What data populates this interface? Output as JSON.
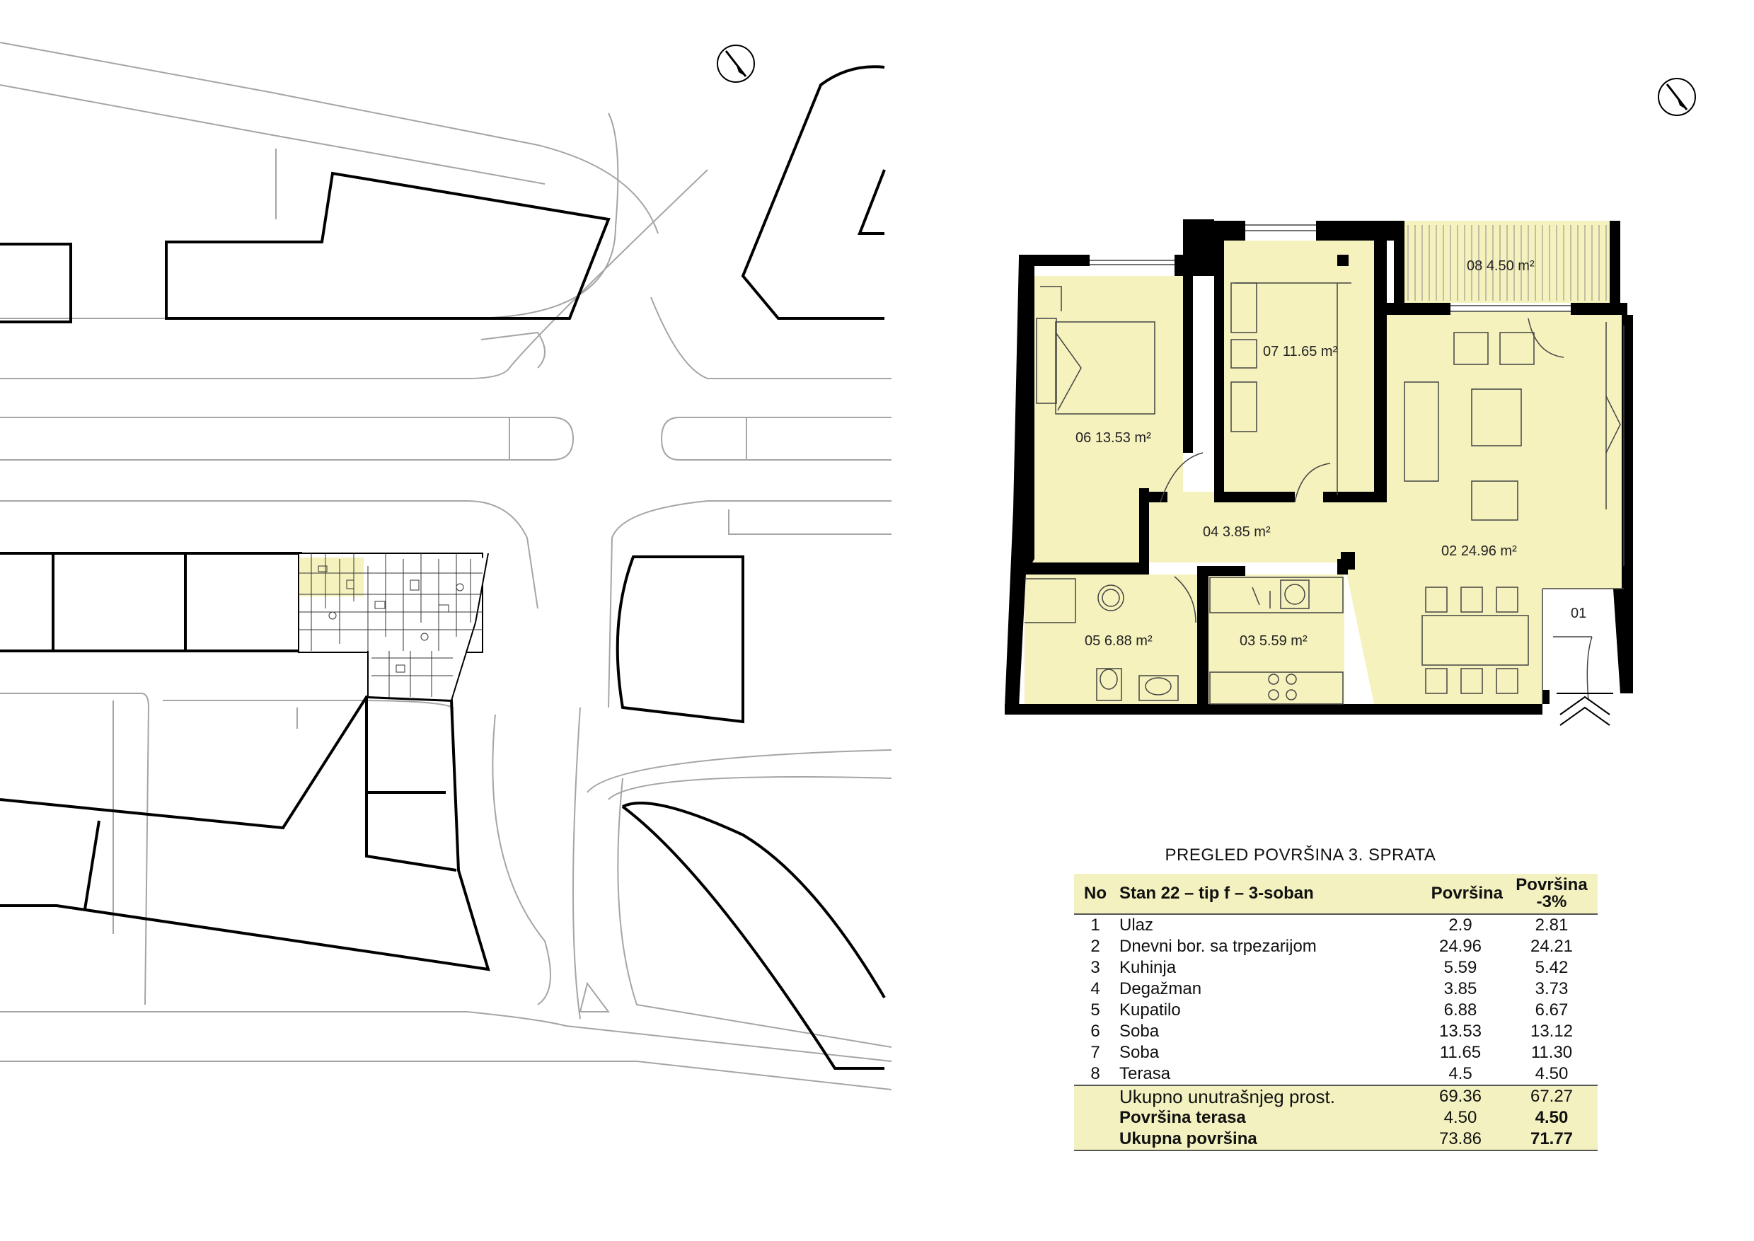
{
  "rooms": [
    {
      "code": "08",
      "area": "4.50 m²"
    },
    {
      "code": "07",
      "area": "11.65 m²"
    },
    {
      "code": "06",
      "area": "13.53 m²"
    },
    {
      "code": "04",
      "area": "3.85 m²"
    },
    {
      "code": "02",
      "area": "24.96 m²"
    },
    {
      "code": "01",
      "area": ""
    },
    {
      "code": "05",
      "area": "6.88 m²"
    },
    {
      "code": "03",
      "area": "5.59 m²"
    }
  ],
  "table": {
    "title": "PREGLED POVRŠINA 3. SPRATA",
    "headers": {
      "no": "No",
      "unit": "Stan 22 – tip f  – 3-soban",
      "area": "Površina",
      "area_reduced_1": "Površina",
      "area_reduced_2": "-3%"
    },
    "rows": [
      {
        "no": "1",
        "name": "Ulaz",
        "area": "2.9",
        "reduced": "2.81"
      },
      {
        "no": "2",
        "name": "Dnevni bor. sa trpezarijom",
        "area": "24.96",
        "reduced": "24.21"
      },
      {
        "no": "3",
        "name": "Kuhinja",
        "area": "5.59",
        "reduced": "5.42"
      },
      {
        "no": "4",
        "name": "Degažman",
        "area": "3.85",
        "reduced": "3.73"
      },
      {
        "no": "5",
        "name": "Kupatilo",
        "area": "6.88",
        "reduced": "6.67"
      },
      {
        "no": "6",
        "name": "Soba",
        "area": "13.53",
        "reduced": "13.12"
      },
      {
        "no": "7",
        "name": "Soba",
        "area": "11.65",
        "reduced": "11.30"
      },
      {
        "no": "8",
        "name": "Terasa",
        "area": "4.5",
        "reduced": "4.50"
      }
    ],
    "totals": {
      "interior": {
        "name": "Ukupno unutrašnjeg prost.",
        "area": "69.36",
        "reduced": "67.27"
      },
      "terrace": {
        "name": "Površina terasa",
        "area": "4.50",
        "reduced": "4.50"
      },
      "total": {
        "name": "Ukupna površina",
        "area": "73.86",
        "reduced": "71.77"
      }
    }
  },
  "colors": {
    "room_fill": "#f5f2bd",
    "wall": "#000000",
    "street_line": "#9a9a9a",
    "header_fill": "#f3f1bf"
  },
  "icons": [
    "north-arrow-icon",
    "entrance-chevron-icon"
  ]
}
